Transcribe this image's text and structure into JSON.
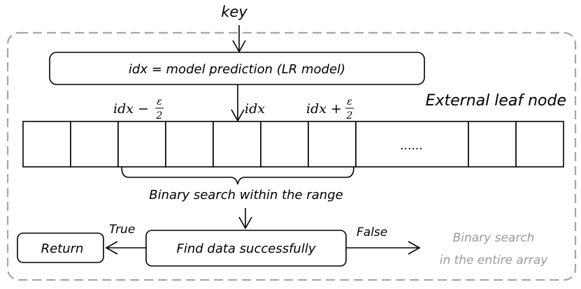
{
  "diagram": {
    "key_label": "key",
    "prediction_box_label": "idx = model prediction (LR model)",
    "node_label": "External leaf node",
    "idx_minus": {
      "base": "idx −",
      "num": "ε",
      "den": "2"
    },
    "idx_center": "idx",
    "idx_plus": {
      "base": "idx +",
      "num": "ε",
      "den": "2"
    },
    "ellipsis": "......",
    "range_label": "Binary search within the range",
    "find_label": "Find data successfully",
    "true_label": "True",
    "false_label": "False",
    "return_label": "Return",
    "fallback_lines": [
      "Binary search",
      "in the entire array"
    ],
    "colors": {
      "stroke": "#000000",
      "dashed_border": "#a6a6a6",
      "muted_text": "#9a9a9a"
    }
  }
}
